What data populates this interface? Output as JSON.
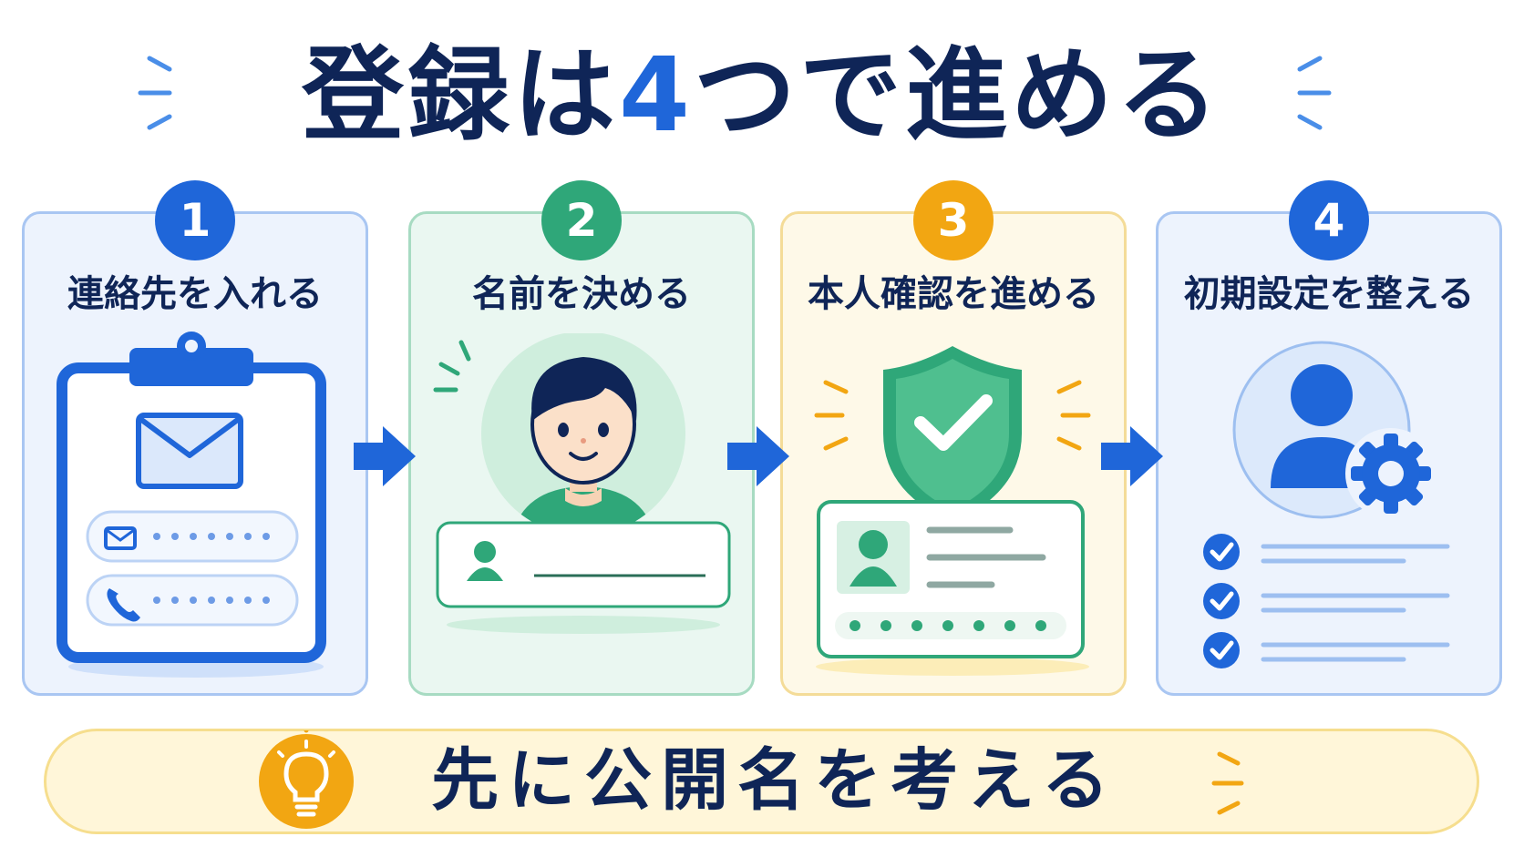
{
  "title": {
    "prefix": "登録は",
    "number": "4",
    "suffix": "つで進める"
  },
  "steps": [
    {
      "number": "1",
      "label": "連絡先を入れる",
      "icon": "clipboard-mail-phone-icon",
      "color": "#1f66d9"
    },
    {
      "number": "2",
      "label": "名前を決める",
      "icon": "person-name-icon",
      "color": "#2fa779"
    },
    {
      "number": "3",
      "label": "本人確認を進める",
      "icon": "shield-check-id-icon",
      "color": "#f2a612"
    },
    {
      "number": "4",
      "label": "初期設定を整える",
      "icon": "profile-settings-icon",
      "color": "#1f66d9"
    }
  ],
  "tip": {
    "text": "先に公開名を考える",
    "icon": "lightbulb-icon"
  },
  "colors": {
    "navy": "#0f2557",
    "blue": "#1f66d9",
    "green": "#2fa779",
    "yellow": "#f2a612"
  }
}
